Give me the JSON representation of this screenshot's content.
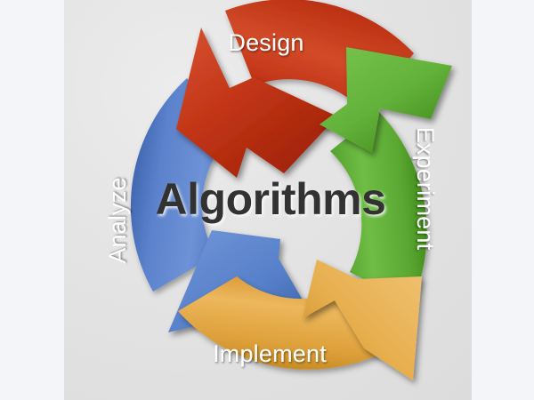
{
  "figure": {
    "title": "Algorithms",
    "center_label": "Algorithms",
    "type": "cyclic-process-diagram",
    "stage_count": 4,
    "background_color": "#e3e3e3",
    "page_background_color": "#f4f5f8"
  },
  "stages": [
    {
      "id": "design",
      "label": "Design",
      "position": "top",
      "color": "#c9391a",
      "color_light": "#e1603f",
      "color_dark": "#992105",
      "label_color": "#ffffff",
      "label_rotation": 0,
      "order": 1
    },
    {
      "id": "experiment",
      "label": "Experiment",
      "position": "right",
      "color": "#5aa832",
      "color_light": "#82c75a",
      "color_dark": "#3c8416",
      "label_color": "#ffffff",
      "label_rotation": 90,
      "order": 2
    },
    {
      "id": "implement",
      "label": "Implement",
      "position": "bottom",
      "color": "#dda03a",
      "color_light": "#f2c070",
      "color_dark": "#b97c1c",
      "label_color": "#ffffff",
      "label_rotation": 0,
      "order": 3
    },
    {
      "id": "analyze",
      "label": "Analyze",
      "position": "left",
      "color": "#5b82cc",
      "color_light": "#85a5e0",
      "color_dark": "#36599e",
      "label_color": "#ffffff",
      "label_rotation": -90,
      "order": 4
    }
  ]
}
